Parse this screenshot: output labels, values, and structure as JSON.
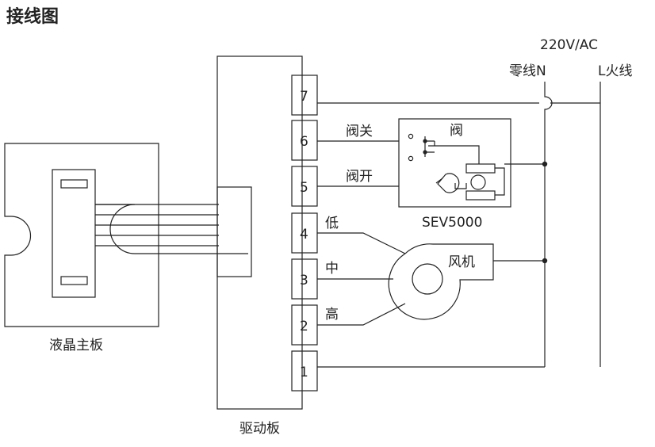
{
  "title": "接线图",
  "power": {
    "voltage": "220V/AC",
    "neutral": "零线N",
    "live": "L火线"
  },
  "lcd_board": {
    "label": "液晶主板"
  },
  "driver_board": {
    "label": "驱动板"
  },
  "terminals": [
    "7",
    "6",
    "5",
    "4",
    "3",
    "2",
    "1"
  ],
  "valve": {
    "title": "阀",
    "close": "阀关",
    "open": "阀开",
    "model": "SEV5000"
  },
  "fan": {
    "title": "风机",
    "low": "低",
    "mid": "中",
    "high": "高"
  },
  "colors": {
    "line": "#222222",
    "background": "#ffffff"
  }
}
